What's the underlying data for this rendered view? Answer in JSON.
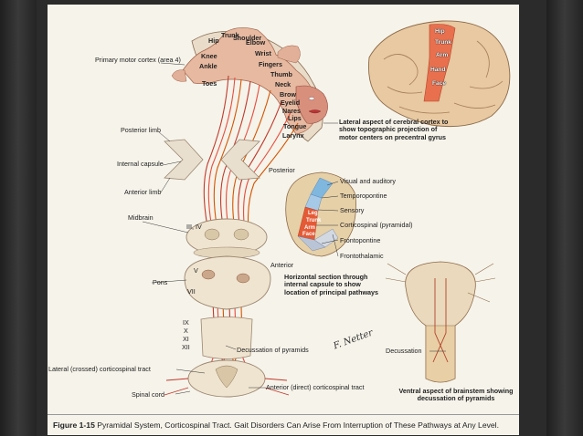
{
  "figure": {
    "number": "Figure 1-15",
    "caption": "Pyramidal System, Corticospinal Tract. Gait Disorders Can Arise From Interruption of These Pathways at Any Level."
  },
  "labels": {
    "primary_motor_cortex": "Primary motor cortex (area 4)",
    "posterior_limb": "Posterior limb",
    "internal_capsule": "Internal capsule",
    "anterior_limb": "Anterior limb",
    "midbrain": "Midbrain",
    "midbrain_nerves": "III, IV",
    "pons": "Pons",
    "pons_nerves": [
      "V",
      "VII"
    ],
    "medulla_nerves": [
      "IX",
      "X",
      "XI",
      "XII"
    ],
    "decussation_of_pyramids": "Decussation of pyramids",
    "lateral_tract": "Lateral (crossed) corticospinal tract",
    "anterior_tract": "Anterior (direct) corticospinal tract",
    "spinal_cord": "Spinal cord",
    "decussation": "Decussation",
    "signature": "F. Netter"
  },
  "homunculus": [
    "Hip",
    "Trunk",
    "Shoulder",
    "Elbow",
    "Knee",
    "Ankle",
    "Toes",
    "Wrist",
    "Fingers",
    "Thumb",
    "Neck",
    "Brow",
    "Eyelid",
    "Nares",
    "Lips",
    "Tongue",
    "Larynx"
  ],
  "cortex_map": [
    "Hip",
    "Trunk",
    "Arm",
    "Hand",
    "Face"
  ],
  "cortex_caption": "Lateral aspect of cerebral cortex to show topographic projection of motor centers on precentral gyrus",
  "horizontal_section": {
    "posterior": "Posterior",
    "anterior": "Anterior",
    "pathways": [
      "Visual and auditory",
      "Temporopontine",
      "Sensory",
      "Corticospinal (pyramidal)",
      "Frontopontine",
      "Frontothalamic"
    ],
    "section_labels": [
      "Leg",
      "Trunk",
      "Arm",
      "Face"
    ],
    "caption": "Horizontal section through internal capsule to show location of principal pathways"
  },
  "brainstem_caption": "Ventral aspect of brainstem showing decussation of pyramids"
}
